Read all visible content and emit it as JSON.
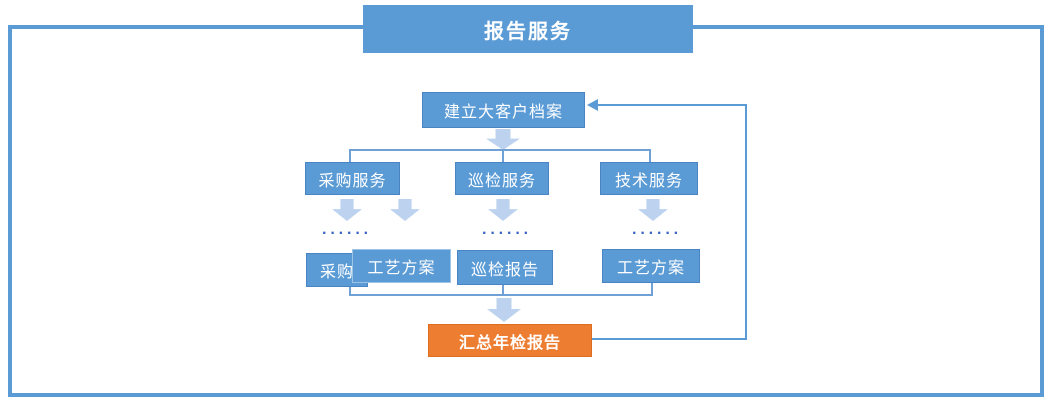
{
  "title": {
    "label": "报告服务"
  },
  "flow": {
    "root": {
      "label": "建立大客户档案"
    },
    "branches": [
      {
        "service": "采购服务",
        "ellipsis": "······",
        "outputs": [
          "采购",
          "工艺方案"
        ]
      },
      {
        "service": "巡检服务",
        "ellipsis": "······",
        "outputs": [
          "巡检报告"
        ]
      },
      {
        "service": "技术服务",
        "ellipsis": "······",
        "outputs": [
          "工艺方案"
        ]
      }
    ],
    "summary": {
      "label": "汇总年检报告"
    }
  },
  "colors": {
    "frame-blue": "#5B9BD5",
    "box-blue": "#5B9BD5",
    "box-border": "#4A84C4",
    "arrow-light": "#BCD2EE",
    "dot-blue": "#3B66C4",
    "line-blue": "#6FA0D6",
    "feedback-blue": "#5B9BD5",
    "orange": "#ED7D31"
  }
}
